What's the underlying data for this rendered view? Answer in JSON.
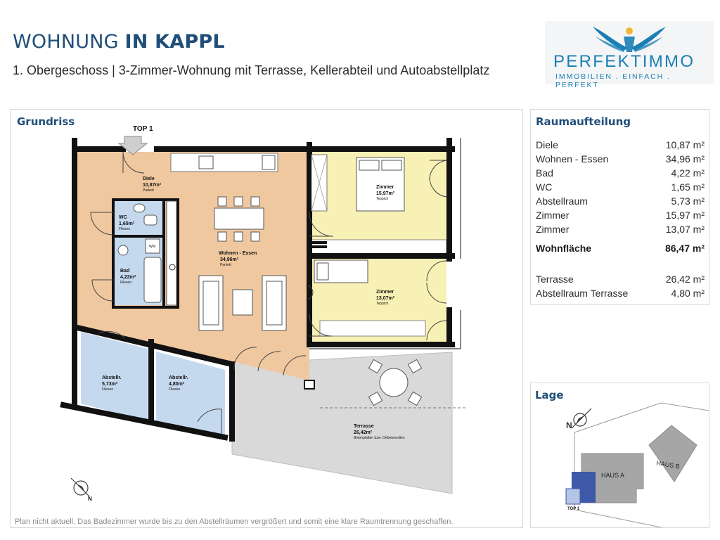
{
  "header": {
    "title_prefix": "WOHNUNG ",
    "title_bold": "IN KAPPL",
    "subtitle": "1. Obergeschoss | 3-Zimmer-Wohnung mit Terrasse, Kellerabteil und Autoabstellplatz"
  },
  "logo": {
    "name": "PERFEKTIMMO",
    "tagline": "IMMOBILIEN . EINFACH . PERFEKT",
    "color": "#1b7fb6"
  },
  "plan": {
    "title": "Grundriss",
    "entrance_label": "TOP 1",
    "footnote": "Plan nicht aktuell. Das Badezimmer wurde bis zu den Abstellräumen vergrößert und somit eine klare Raumtrennung geschaffen.",
    "rooms": {
      "diele": {
        "name": "Diele",
        "area": "10,87m²",
        "floor": "Parkett"
      },
      "wc": {
        "name": "WC",
        "area": "1,65m²",
        "floor": "Fliesen"
      },
      "bad": {
        "name": "Bad",
        "area": "4,22m²",
        "floor": "Fliesen"
      },
      "wohnen": {
        "name": "Wohnen - Essen",
        "area": "34,96m²",
        "floor": "Parkett"
      },
      "zimmer1": {
        "name": "Zimmer",
        "area": "15,97m²",
        "floor": "Teppich"
      },
      "zimmer2": {
        "name": "Zimmer",
        "area": "13,07m²",
        "floor": "Teppich"
      },
      "abstell1": {
        "name": "Abstellr.",
        "area": "5,73m²",
        "floor": "Fliesen"
      },
      "abstell2": {
        "name": "Abstellr.",
        "area": "4,80m²",
        "floor": "Fliesen"
      },
      "terrasse": {
        "name": "Terrasse",
        "area": "26,42m²",
        "floor": "Betonplatten bzw. Ortbetonrollen"
      },
      "wm_label": "WM"
    },
    "compass_label": "N",
    "colors": {
      "living": "#f0c8a0",
      "room": "#f8f1b5",
      "tile": "#c5d9ee",
      "terrace": "#d9d9d9",
      "wall": "#111111"
    }
  },
  "room_list": {
    "title": "Raumaufteilung",
    "rows": [
      {
        "name": "Diele",
        "value": "10,87 m²"
      },
      {
        "name": "Wohnen - Essen",
        "value": "34,96 m²"
      },
      {
        "name": "Bad",
        "value": "4,22 m²"
      },
      {
        "name": "WC",
        "value": "1,65 m²"
      },
      {
        "name": "Abstellraum",
        "value": "5,73 m²"
      },
      {
        "name": "Zimmer",
        "value": "15,97 m²"
      },
      {
        "name": "Zimmer",
        "value": "13,07 m²"
      }
    ],
    "total": {
      "name": "Wohnfläche",
      "value": "86,47 m²"
    },
    "extra": [
      {
        "name": "Terrasse",
        "value": "26,42 m²"
      },
      {
        "name": "Abstellraum Terrasse",
        "value": "4,80 m²"
      }
    ]
  },
  "location": {
    "title": "Lage",
    "haus_a": "HAUS A",
    "haus_b": "HAUS B",
    "top_label": "TOP 1",
    "compass_label": "N",
    "highlight_color": "#3e59a8"
  }
}
